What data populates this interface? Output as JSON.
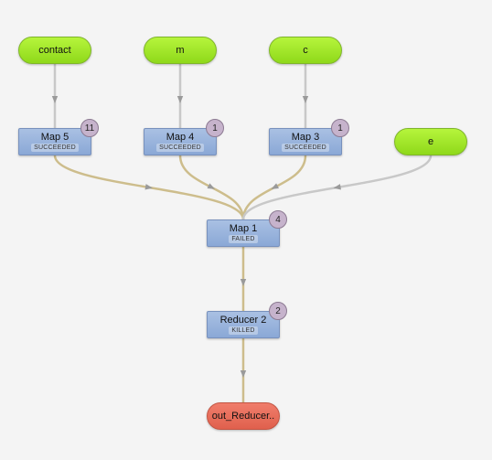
{
  "sources": [
    {
      "id": "contact",
      "label": "contact"
    },
    {
      "id": "m",
      "label": "m"
    },
    {
      "id": "c",
      "label": "c"
    },
    {
      "id": "e",
      "label": "e"
    }
  ],
  "vertices": [
    {
      "id": "map5",
      "name": "Map 5",
      "status": "SUCCEEDED",
      "tasks": "11"
    },
    {
      "id": "map4",
      "name": "Map 4",
      "status": "SUCCEEDED",
      "tasks": "1"
    },
    {
      "id": "map3",
      "name": "Map 3",
      "status": "SUCCEEDED",
      "tasks": "1"
    },
    {
      "id": "map1",
      "name": "Map 1",
      "status": "FAILED",
      "tasks": "4"
    },
    {
      "id": "reducer2",
      "name": "Reducer 2",
      "status": "KILLED",
      "tasks": "2"
    }
  ],
  "sinks": [
    {
      "id": "out_reducer",
      "label": "out_Reducer.."
    }
  ],
  "edges": [
    {
      "from": "contact",
      "to": "map5"
    },
    {
      "from": "m",
      "to": "map4"
    },
    {
      "from": "c",
      "to": "map3"
    },
    {
      "from": "map5",
      "to": "map1"
    },
    {
      "from": "map4",
      "to": "map1"
    },
    {
      "from": "map3",
      "to": "map1"
    },
    {
      "from": "e",
      "to": "map1"
    },
    {
      "from": "map1",
      "to": "reducer2"
    },
    {
      "from": "reducer2",
      "to": "out_reducer"
    }
  ],
  "colors": {
    "source_fill": "#9be226",
    "vertex_fill": "#9ab4dc",
    "sink_fill": "#e86f5c",
    "input_edge": "#c8c8c8",
    "vertex_edge": "#cdbd8c",
    "badge_fill": "#c6b3cc"
  }
}
